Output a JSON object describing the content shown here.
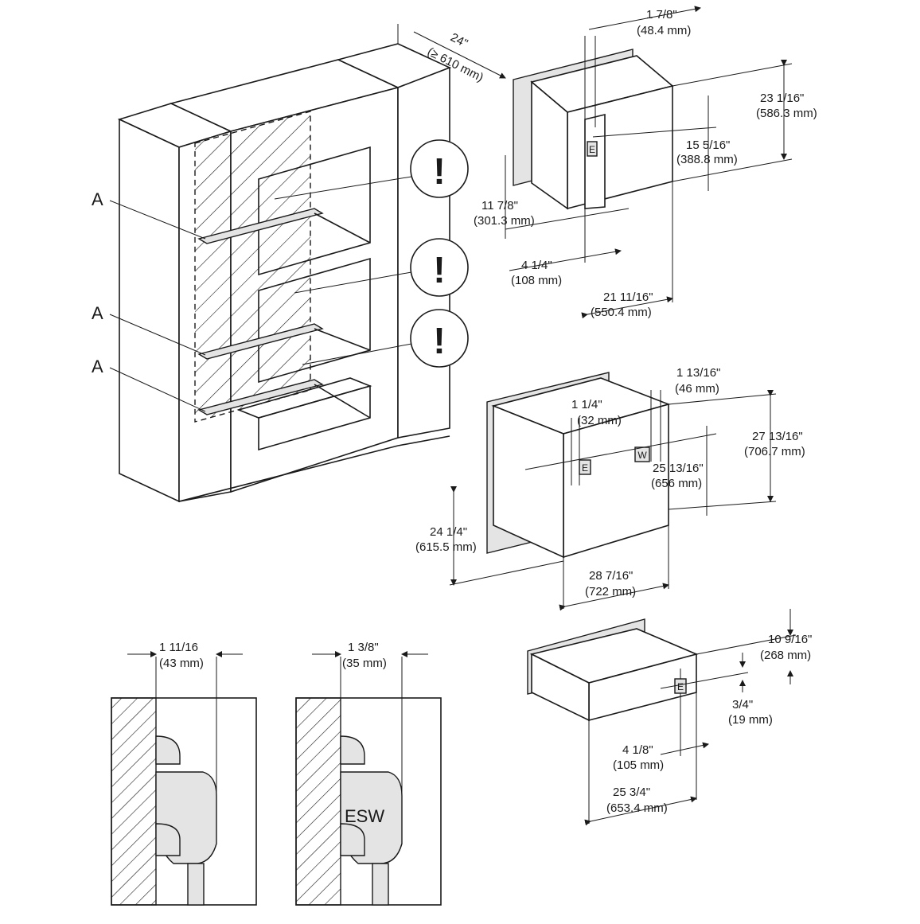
{
  "cabinet": {
    "depth_in": "24\"",
    "depth_mm": "(≥ 610 mm)",
    "markers": [
      "A",
      "A",
      "A"
    ],
    "warning_symbol": "!"
  },
  "unit_top": {
    "d1_in": "1 7/8\"",
    "d1_mm": "(48.4 mm)",
    "d2_in": "23 1/16\"",
    "d2_mm": "(586.3 mm)",
    "d3_in": "15 5/16\"",
    "d3_mm": "(388.8 mm)",
    "d4_in": "11 7/8\"",
    "d4_mm": "(301.3 mm)",
    "d5_in": "4 1/4\"",
    "d5_mm": "(108 mm)",
    "d6_in": "21 11/16\"",
    "d6_mm": "(550.4 mm)",
    "socket": "E"
  },
  "unit_mid": {
    "d1_in": "1 1/4\"",
    "d1_mm": "(32 mm)",
    "d2_in": "1 13/16\"",
    "d2_mm": "(46 mm)",
    "d3_in": "27 13/16\"",
    "d3_mm": "(706.7 mm)",
    "d4_in": "25 13/16\"",
    "d4_mm": "(656 mm)",
    "d5_in": "24 1/4\"",
    "d5_mm": "(615.5 mm)",
    "d6_in": "28 7/16\"",
    "d6_mm": "(722 mm)",
    "socket_e": "E",
    "socket_w": "W"
  },
  "unit_bottom": {
    "d1_in": "10 9/16\"",
    "d1_mm": "(268 mm)",
    "d2_in": "3/4\"",
    "d2_mm": "(19 mm)",
    "d3_in": "4 1/8\"",
    "d3_mm": "(105 mm)",
    "d4_in": "25 3/4\"",
    "d4_mm": "(653.4 mm)",
    "socket": "E"
  },
  "plug_left": {
    "d_in": "1 11/16",
    "d_mm": "(43 mm)"
  },
  "plug_right": {
    "d_in": "1 3/8\"",
    "d_mm": "(35 mm)",
    "label": "ESW"
  }
}
